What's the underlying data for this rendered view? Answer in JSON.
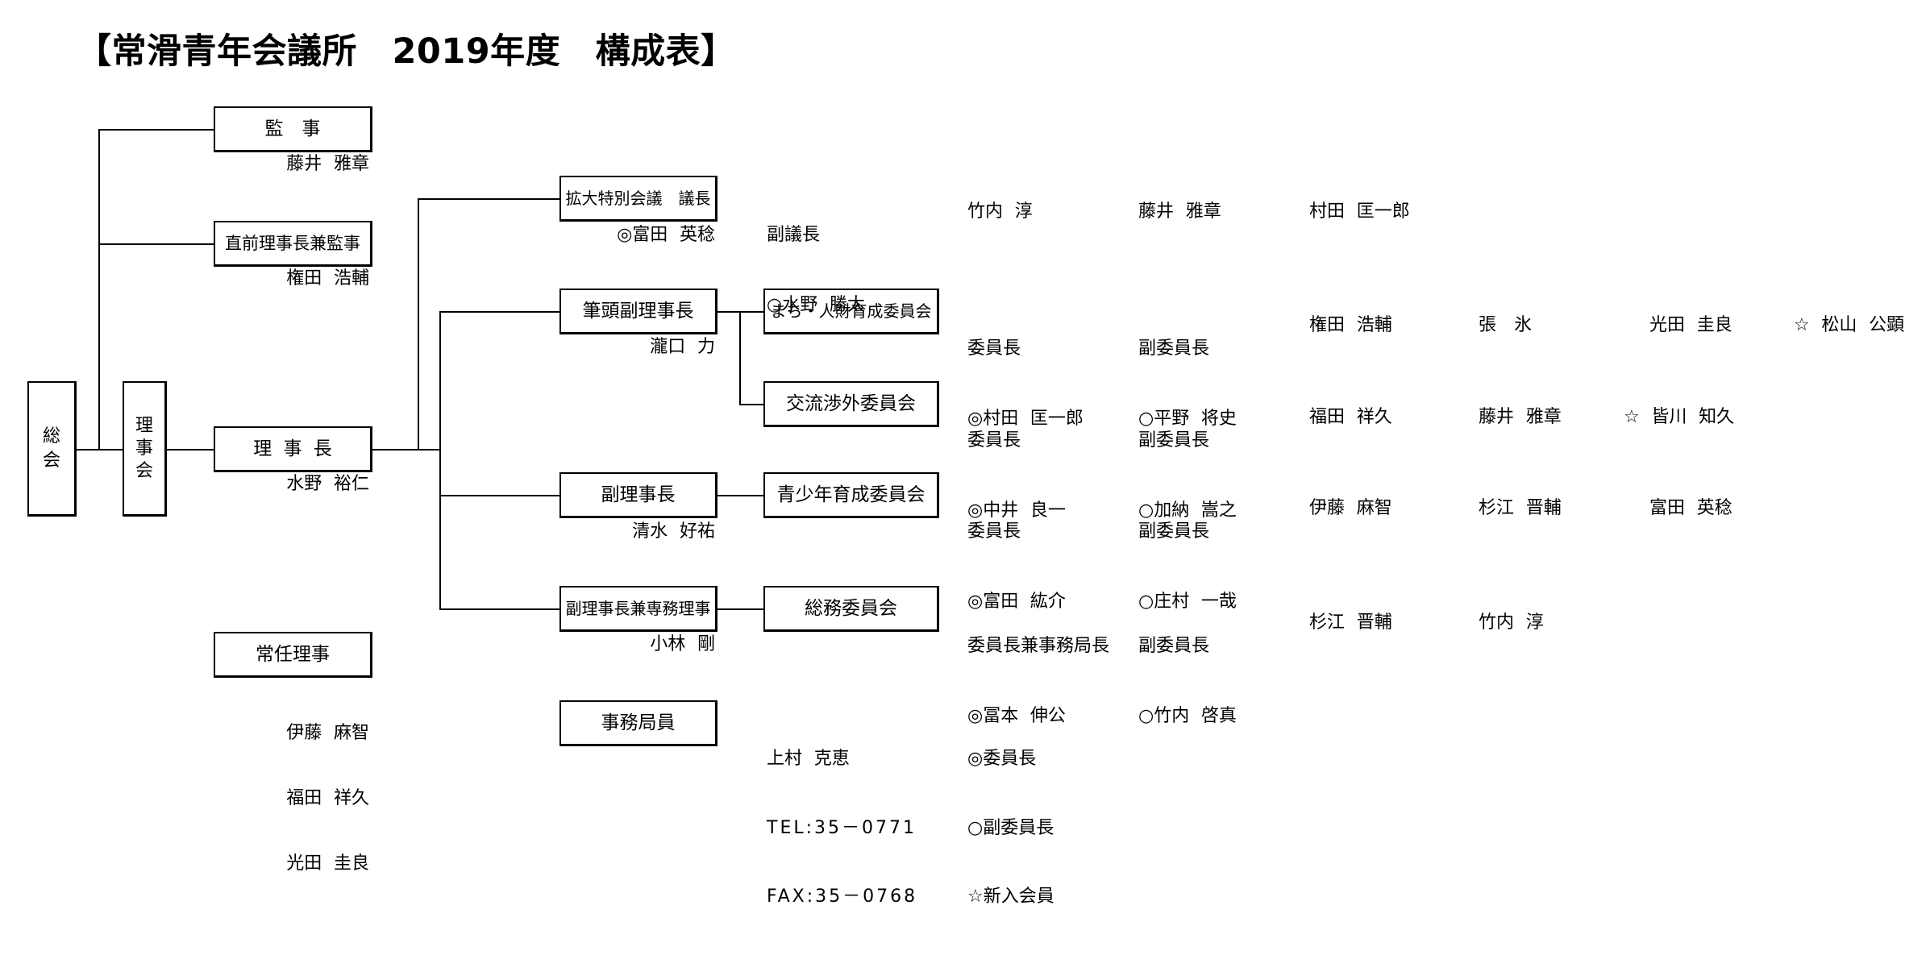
{
  "title": "【常滑青年会議所　2019年度　構成表】",
  "general_assembly": "総会",
  "board_meeting": "理事会",
  "auditor": {
    "label": "監　事",
    "name": "藤井 雅章"
  },
  "former_president": {
    "label": "直前理事長兼監事",
    "name": "権田 浩輔"
  },
  "president": {
    "label": "理 事 長",
    "name": "水野 裕仁"
  },
  "standing_directors": {
    "label": "常任理事",
    "names": [
      "伊藤 麻智",
      "福田 祥久",
      "光田 圭良"
    ]
  },
  "extended_meeting": {
    "label": "拡大特別会議　議長",
    "chair": "◎富田 英稔",
    "vice_chair_label": "副議長",
    "vice_chair": "○水野 勝太",
    "members": [
      "竹内 淳",
      "藤井 雅章",
      "村田 匡一郎"
    ]
  },
  "senior_vice_president": {
    "label": "筆頭副理事長",
    "name": "瀧口 力"
  },
  "vice_president": {
    "label": "副理事長",
    "name": "清水 好祐"
  },
  "executive_director": {
    "label": "副理事長兼専務理事",
    "name": "小林 剛"
  },
  "committees": [
    {
      "label": "まち・人財育成委員会",
      "chair_label": "委員長",
      "chair": "◎村田 匡一郎",
      "vice_label": "副委員長",
      "vice": "○平野 将史",
      "members": [
        "権田 浩輔",
        "張　氷",
        "光田 圭良",
        "☆ 松山 公顕"
      ]
    },
    {
      "label": "交流渉外委員会",
      "chair_label": "委員長",
      "chair": "◎中井 良一",
      "vice_label": "副委員長",
      "vice": "○加納 嵩之",
      "members": [
        "福田 祥久",
        "藤井 雅章",
        "☆ 皆川 知久"
      ]
    },
    {
      "label": "青少年育成委員会",
      "chair_label": "委員長",
      "chair": "◎富田 紘介",
      "vice_label": "副委員長",
      "vice": "○庄村 一哉",
      "members": [
        "伊藤 麻智",
        "杉江 晋輔",
        "富田 英稔"
      ]
    },
    {
      "label": "総務委員会",
      "chair_label": "委員長兼事務局長",
      "chair": "◎冨本 伸公",
      "vice_label": "副委員長",
      "vice": "○竹内 啓真",
      "members": [
        "杉江 晋輔",
        "竹内 淳"
      ]
    }
  ],
  "secretariat": {
    "label": "事務局員",
    "name": "上村 克恵",
    "tel": "TEL:35－0771",
    "fax": "FAX:35－0768"
  },
  "legend": [
    "◎委員長",
    "○副委員長",
    "☆新入会員"
  ]
}
